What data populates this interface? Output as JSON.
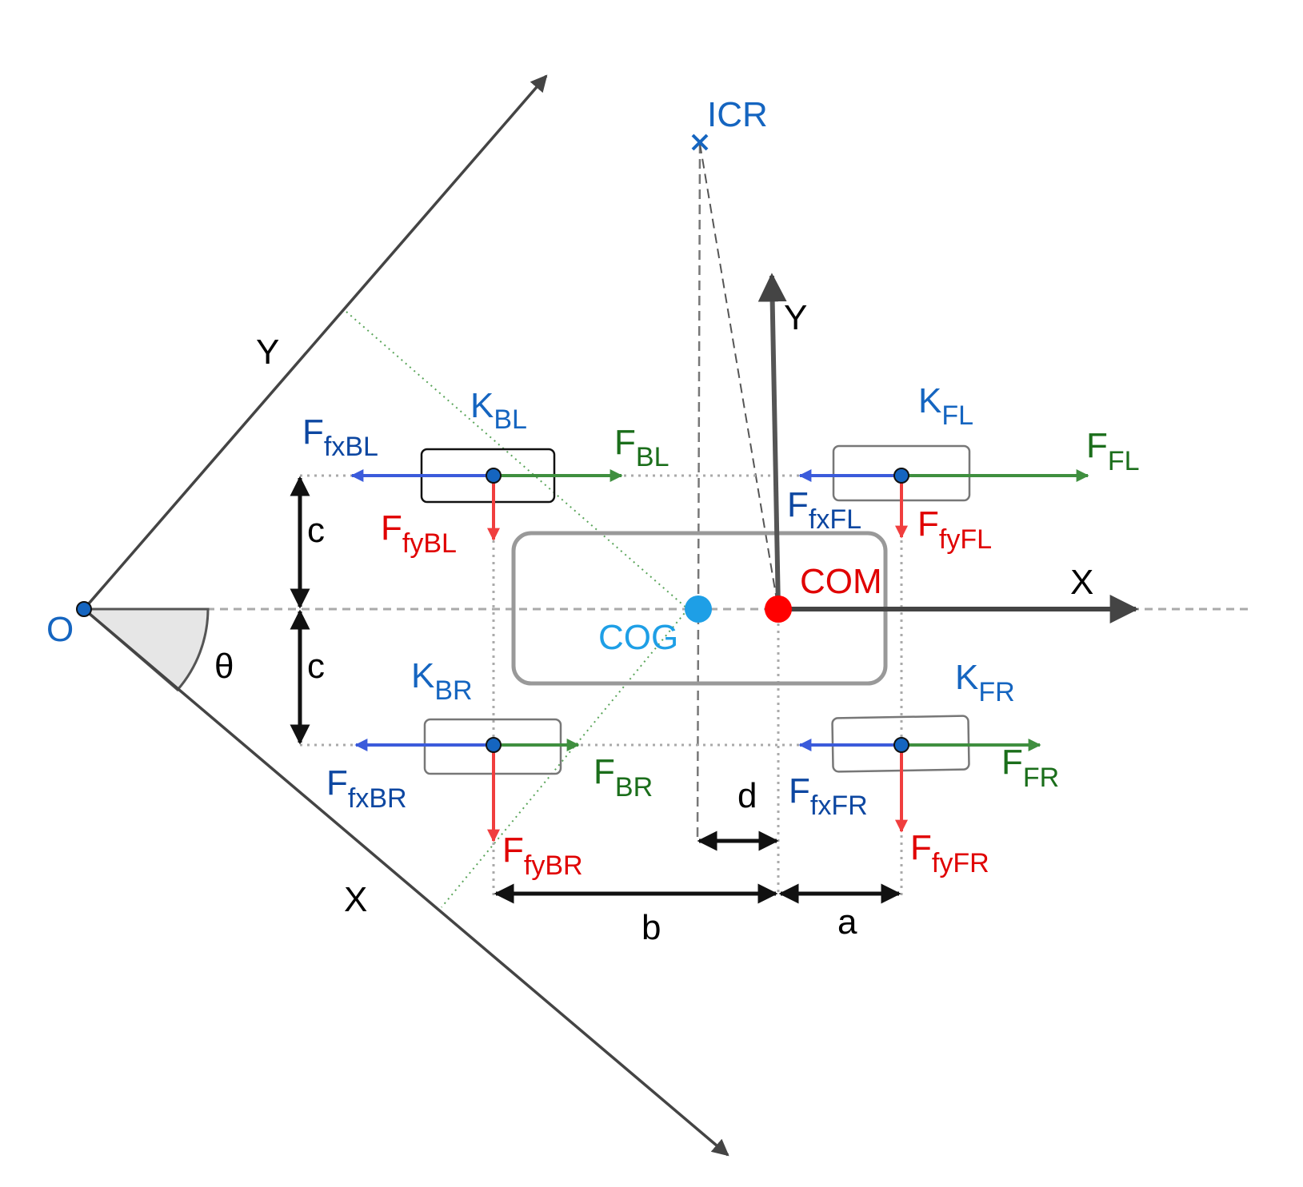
{
  "colors": {
    "axis": "#444444",
    "blue_label": "#1565c0",
    "force_x": "#3b5bdb",
    "force_wheel": "#3f8f3f",
    "force_y": "#f03e3e",
    "com": "#ff0000",
    "cog": "#1e9fe6",
    "guide": "#aaaaaa"
  },
  "labels": {
    "origin": "O",
    "theta": "θ",
    "global_x": "X",
    "global_y": "Y",
    "local_x": "X",
    "local_y": "Y",
    "icr": "ICR",
    "com": "COM",
    "cog": "COG",
    "dim_a": "a",
    "dim_b": "b",
    "dim_c_top": "c",
    "dim_c_bottom": "c",
    "dim_d": "d"
  },
  "wheels": {
    "bl": {
      "k_main": "K",
      "k_sub": "BL",
      "f_main": "F",
      "f_sub": "BL",
      "fx_main": "F",
      "fx_sub": "fxBL",
      "fy_main": "F",
      "fy_sub": "fyBL"
    },
    "fl": {
      "k_main": "K",
      "k_sub": "FL",
      "f_main": "F",
      "f_sub": "FL",
      "fx_main": "F",
      "fx_sub": "fxFL",
      "fy_main": "F",
      "fy_sub": "fyFL"
    },
    "br": {
      "k_main": "K",
      "k_sub": "BR",
      "f_main": "F",
      "f_sub": "BR",
      "fx_main": "F",
      "fx_sub": "fxBR",
      "fy_main": "F",
      "fy_sub": "fyBR"
    },
    "fr": {
      "k_main": "K",
      "k_sub": "FR",
      "f_main": "F",
      "f_sub": "FR",
      "fx_main": "F",
      "fx_sub": "fxFR",
      "fy_main": "F",
      "fy_sub": "fyFR"
    }
  }
}
